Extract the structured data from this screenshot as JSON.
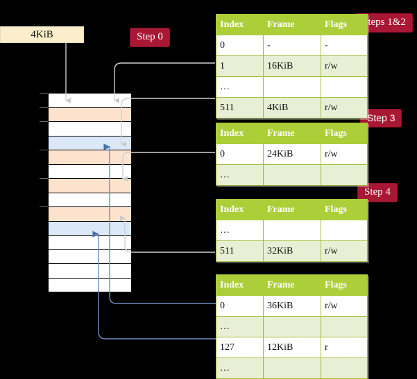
{
  "diagram": {
    "title_hidden": "",
    "page_box": {
      "label": "4KiB"
    },
    "steps": [
      {
        "id": "step0",
        "label": "Step 0"
      },
      {
        "id": "step12",
        "label": "Steps 1&2"
      },
      {
        "id": "step3",
        "label": "Step 3"
      },
      {
        "id": "step4",
        "label": "Step 4"
      }
    ],
    "colors": {
      "pill_bg": "#a81733",
      "pill_text": "#ffffff",
      "table_header_bg": "#acce39",
      "table_header_text": "#ffffff",
      "table_border": "#9fbf3b",
      "table_alt_row": "#e9efd4",
      "highlight_cell": "#f6f6a8",
      "page_box_bg": "#fbeecb",
      "memory_orange": "#fde3cd",
      "memory_blue": "#dbe8f7",
      "wire_grey": "#cfcfcf",
      "wire_blue": "#6f8fc0",
      "background": "#000000"
    },
    "columns": [
      "Index",
      "Frame",
      "Flags"
    ],
    "tables": [
      {
        "name": "table-level-1",
        "rows": [
          {
            "index": "0",
            "frame": "-",
            "flags": "-",
            "style": "plain"
          },
          {
            "index": "1",
            "frame": "16KiB",
            "flags": "r/w",
            "style": "alt"
          },
          {
            "index": "…",
            "frame": "",
            "flags": "",
            "style": "plain"
          },
          {
            "index": "511",
            "frame": "4KiB",
            "flags": "r/w",
            "style": "alt",
            "highlight": true
          }
        ]
      },
      {
        "name": "table-level-2",
        "rows": [
          {
            "index": "0",
            "frame": "24KiB",
            "flags": "r/w",
            "style": "plain"
          },
          {
            "index": "…",
            "frame": "",
            "flags": "",
            "style": "alt"
          }
        ]
      },
      {
        "name": "table-level-3",
        "rows": [
          {
            "index": "…",
            "frame": "",
            "flags": "",
            "style": "plain"
          },
          {
            "index": "511",
            "frame": "32KiB",
            "flags": "r/w",
            "style": "alt"
          }
        ]
      },
      {
        "name": "table-level-4",
        "rows": [
          {
            "index": "0",
            "frame": "36KiB",
            "flags": "r/w",
            "style": "plain"
          },
          {
            "index": "…",
            "frame": "",
            "flags": "",
            "style": "alt"
          },
          {
            "index": "127",
            "frame": "12KiB",
            "flags": "r",
            "style": "plain"
          },
          {
            "index": "…",
            "frame": "",
            "flags": "",
            "style": "alt"
          }
        ]
      }
    ],
    "memory_rows": [
      {
        "fill": "white",
        "tick": true
      },
      {
        "fill": "orange",
        "tick": true
      },
      {
        "fill": "white",
        "tick": true
      },
      {
        "fill": "blue",
        "tick": false
      },
      {
        "fill": "orange",
        "tick": true
      },
      {
        "fill": "white",
        "tick": false
      },
      {
        "fill": "orange",
        "tick": true
      },
      {
        "fill": "white",
        "tick": false
      },
      {
        "fill": "orange",
        "tick": true
      },
      {
        "fill": "blue",
        "tick": false
      },
      {
        "fill": "white",
        "tick": false
      },
      {
        "fill": "white",
        "tick": false
      },
      {
        "fill": "white",
        "tick": false
      },
      {
        "fill": "white",
        "tick": false
      }
    ]
  }
}
